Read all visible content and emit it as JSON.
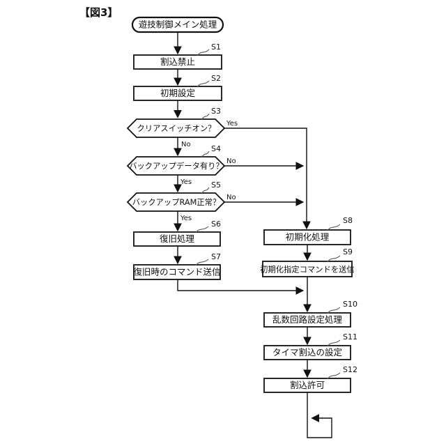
{
  "figure_label": "【図3】",
  "colors": {
    "ink": "#111111",
    "background": "#ffffff"
  },
  "branch_labels": {
    "yes": "Yes",
    "no": "No"
  },
  "nodes": {
    "start": {
      "type": "terminal",
      "label": "遊技制御メイン処理"
    },
    "s1": {
      "step": "S1",
      "type": "process",
      "label": "割込禁止"
    },
    "s2": {
      "step": "S2",
      "type": "process",
      "label": "初期設定"
    },
    "s3": {
      "step": "S3",
      "type": "decision",
      "label": "クリアスイッチオン？"
    },
    "s4": {
      "step": "S4",
      "type": "decision",
      "label": "バックアップデータ有り？"
    },
    "s5": {
      "step": "S5",
      "type": "decision",
      "label": "バックアップRAM正常？"
    },
    "s6": {
      "step": "S6",
      "type": "process",
      "label": "復旧処理"
    },
    "s7": {
      "step": "S7",
      "type": "process",
      "label": "復旧時のコマンド送信"
    },
    "s8": {
      "step": "S8",
      "type": "process",
      "label": "初期化処理"
    },
    "s9": {
      "step": "S9",
      "type": "process",
      "label": "初期化指定コマンドを送信"
    },
    "s10": {
      "step": "S10",
      "type": "process",
      "label": "乱数回路設定処理"
    },
    "s11": {
      "step": "S11",
      "type": "process",
      "label": "タイマ割込の設定"
    },
    "s12": {
      "step": "S12",
      "type": "process",
      "label": "割込許可"
    }
  }
}
